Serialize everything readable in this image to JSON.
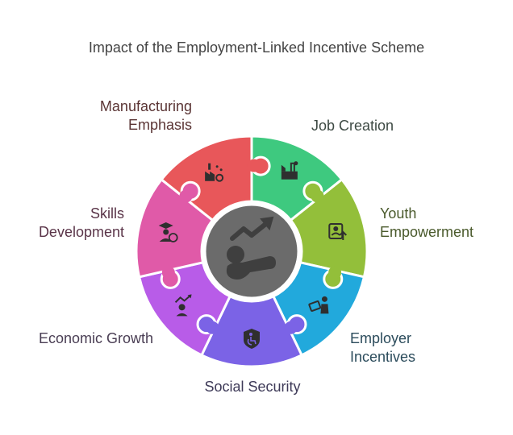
{
  "title": "Impact of the Employment-Linked Incentive Scheme",
  "segments": [
    {
      "id": "job-creation",
      "lines": [
        "Job Creation"
      ],
      "color": "#3ec97f",
      "label_color": "#3e4a44",
      "icon": "factory-icon"
    },
    {
      "id": "youth-empowerment",
      "lines": [
        "Youth",
        "Empowerment"
      ],
      "color": "#93bf3a",
      "label_color": "#4a5a2c",
      "icon": "id-badge-up-arrow-icon"
    },
    {
      "id": "employer-incentives",
      "lines": [
        "Employer",
        "Incentives"
      ],
      "color": "#22a9dc",
      "label_color": "#2c4c5c",
      "icon": "money-person-icon"
    },
    {
      "id": "social-security",
      "lines": [
        "Social Security"
      ],
      "color": "#7b63e6",
      "label_color": "#3e3a58",
      "icon": "accessibility-shield-icon"
    },
    {
      "id": "economic-growth",
      "lines": [
        "Economic Growth"
      ],
      "color": "#b85ce8",
      "label_color": "#4a3e54",
      "icon": "person-growth-icon"
    },
    {
      "id": "skills-development",
      "lines": [
        "Skills",
        "Development"
      ],
      "color": "#e05aa8",
      "label_color": "#5a3448",
      "icon": "graduate-money-icon"
    },
    {
      "id": "manufacturing-emphasis",
      "lines": [
        "Manufacturing",
        "Emphasis"
      ],
      "color": "#e8575a",
      "label_color": "#5a3434",
      "icon": "factory-gear-icon"
    }
  ],
  "center": {
    "color": "#6b6b6b",
    "icon": "person-trend-up-icon"
  }
}
